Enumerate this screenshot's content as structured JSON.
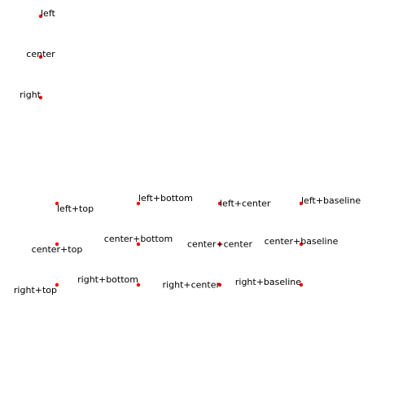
{
  "colors": {
    "background": "#ffffff",
    "marker": "#ff0000",
    "text": "#000000"
  },
  "horizontal_alignment_demo": [
    {
      "label": "left"
    },
    {
      "label": "center"
    },
    {
      "label": "right"
    }
  ],
  "combined_alignment_demo": [
    {
      "label": "left+top"
    },
    {
      "label": "left+bottom"
    },
    {
      "label": "left+center"
    },
    {
      "label": "left+baseline"
    },
    {
      "label": "center+top"
    },
    {
      "label": "center+bottom"
    },
    {
      "label": "center+center"
    },
    {
      "label": "center+baseline"
    },
    {
      "label": "right+top"
    },
    {
      "label": "right+bottom"
    },
    {
      "label": "right+center"
    },
    {
      "label": "right+baseline"
    }
  ]
}
